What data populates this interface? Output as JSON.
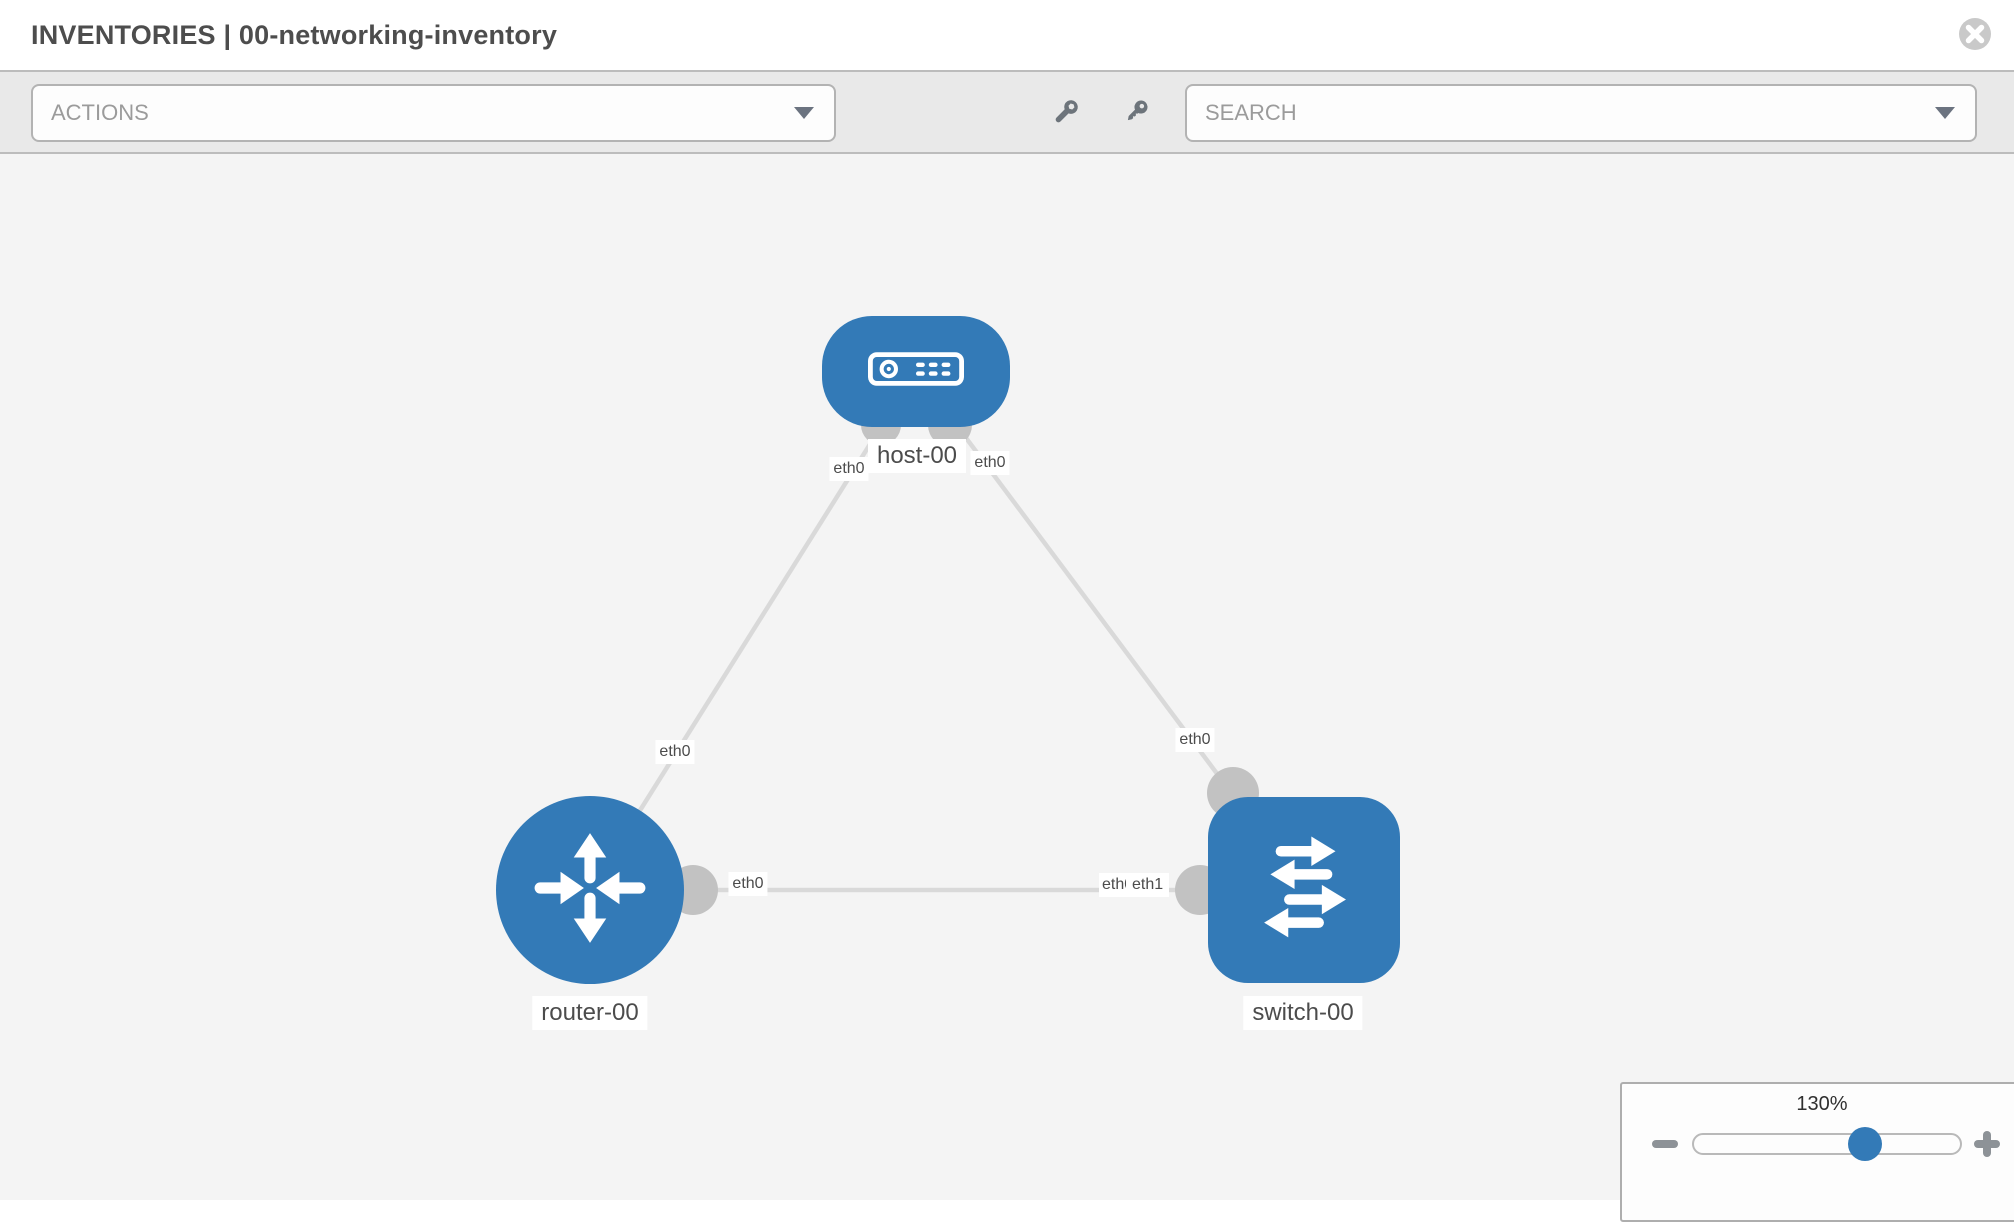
{
  "header": {
    "title": "INVENTORIES | 00-networking-inventory",
    "close_icon": "circle-x"
  },
  "toolbar": {
    "actions_dropdown": {
      "label": "ACTIONS"
    },
    "wrench_icon": "wrench",
    "key_icon": "key",
    "search_dropdown": {
      "label": "SEARCH"
    }
  },
  "diagram": {
    "nodes": [
      {
        "id": "host-00",
        "label": "host-00",
        "type": "host",
        "icon": "server"
      },
      {
        "id": "router-00",
        "label": "router-00",
        "type": "router",
        "icon": "crossed-arrows"
      },
      {
        "id": "switch-00",
        "label": "switch-00",
        "type": "switch",
        "icon": "switch-arrows"
      }
    ],
    "links": [
      {
        "source": "host-00",
        "source_port": "eth0",
        "target": "router-00",
        "target_port": "eth0"
      },
      {
        "source": "host-00",
        "source_port": "eth0",
        "target": "switch-00",
        "target_port": "eth0"
      },
      {
        "source": "router-00",
        "source_port": "eth0",
        "target": "switch-00",
        "target_port": "eth1",
        "target_port_overlapped": "eth0"
      }
    ]
  },
  "zoom_control": {
    "level": "130%",
    "zoom_out_icon": "minus",
    "zoom_in_icon": "plus"
  },
  "colors": {
    "node_blue": "#337ab7",
    "link_gray": "#d9d9d9",
    "port_gray": "#c2c2c2",
    "canvas_bg": "#f4f4f4",
    "toolbar_bg": "#e9e9e9"
  }
}
